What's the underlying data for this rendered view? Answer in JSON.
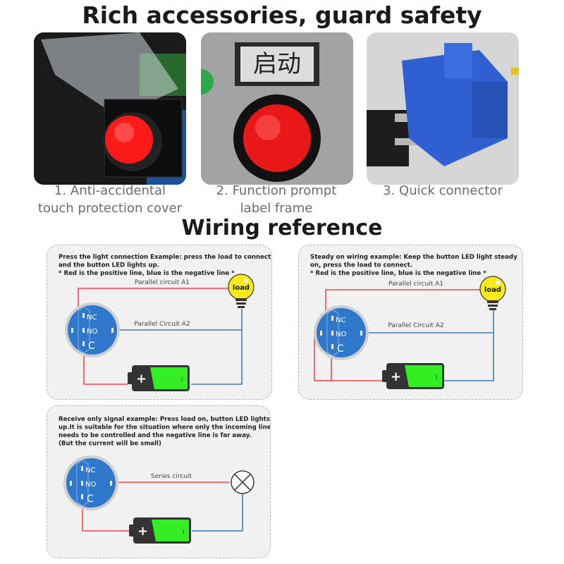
{
  "header": {
    "title": "Rich accessories, guard safety"
  },
  "features": [
    {
      "caption_line1": "1. Anti-accidental",
      "caption_line2": "touch protection cover"
    },
    {
      "caption_line1": "2. Function prompt",
      "caption_line2": "label frame",
      "label_text": "启动"
    },
    {
      "caption_line1": "3. Quick connector",
      "caption_line2": ""
    }
  ],
  "wiring": {
    "title": "Wiring reference",
    "pins": {
      "nc": "NC",
      "no": "NO",
      "c": "C"
    },
    "battery_plus": "+",
    "battery_minus": "I",
    "load_label": "load",
    "panels": [
      {
        "lines": [
          "Press the light connection Example: press the load to connect,",
          "and the button LED lights up.",
          "* Red is the positive line, blue is the negative line *"
        ],
        "circuit_a": "Parallel circuit A1",
        "circuit_b": "Parallel Circuit A2"
      },
      {
        "lines": [
          "Steady on wiring example: Keep the button LED light steady",
          "on, press the load to connect.",
          "* Red is the positive line, blue is the negative line *"
        ],
        "circuit_a": "Parallel circuit A1",
        "circuit_b": "Parallel Circuit A2"
      },
      {
        "lines": [
          "Receive only signal example: Press load on, button LED lights",
          "up.It is suitable for the situation where only the incoming line",
          "needs to be controlled and the negative line is far away.",
          "(But the current will be small)"
        ],
        "circuit_a": "Series circuit"
      }
    ]
  },
  "colors": {
    "positive": "#e8242a",
    "negative": "#1f5fa8",
    "switch": "#2f78cc",
    "battery": "#33ee22",
    "bulb": "#f6ea18"
  }
}
